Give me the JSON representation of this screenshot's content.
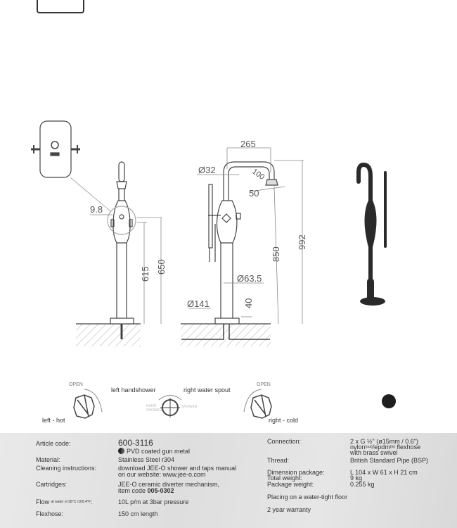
{
  "drawing": {
    "dimensions": {
      "d9_8": "9.8",
      "d615": "615",
      "d650": "650",
      "d265": "265",
      "d32": "Ø32",
      "d100": "100",
      "d50": "50",
      "d850": "850",
      "d992": "992",
      "d63_5": "Ø63.5",
      "d141": "Ø141",
      "d40": "40"
    }
  },
  "operation": {
    "open_left": "OPEN",
    "open_right": "OPEN",
    "left_hot": "left - hot",
    "right_cold": "right - cold",
    "left_handshower": "left handshower",
    "right_water_spout": "right water spout",
    "hand_shower": "HAND SHOWER",
    "shower": "SHOWER"
  },
  "colors": {
    "finish": "#1e1e1e",
    "panel": "#e4e4e4"
  },
  "specs": {
    "left": [
      {
        "key": "Article code:",
        "value": "600-3116"
      },
      {
        "key": "",
        "value": "PVD coated gun metal"
      },
      {
        "key": "Material:",
        "value": "Stainless Steel r304"
      },
      {
        "key": "Cleaning instructions:",
        "value": "download JEE-O shower and taps manual",
        "value2": "on our website: www.jee-o.com"
      },
      {
        "key": "Cartridges:",
        "value": "JEE-O ceramic diverter mechanism,",
        "value2": "item code ",
        "value2_bold": "005-0302"
      },
      {
        "key": "Flow",
        "key_sup": "at water of 38°C /100,4°F",
        "key_end": ":",
        "value": "10L p/m at 3bar pressure"
      },
      {
        "key": "Flexhose:",
        "value": "150 cm length"
      }
    ],
    "right": [
      {
        "key": "Connection:",
        "value": "2 x G ½\" (ø15mm / 0.6\")",
        "value2": "nylon",
        "value2_sup": "(out)",
        "value2_b": "/epdm",
        "value2_sup2": "(in)",
        "value2_end": " flexhose",
        "value3": "with brass swivel"
      },
      {
        "key": "Thread:",
        "value": "British Standard Pipe (BSP)"
      },
      {
        "key": "Dimension package:",
        "value": "L 104 x W 61 x H 21 cm"
      },
      {
        "key": "Total weight:",
        "value": "9 kg"
      },
      {
        "key": "Package weight:",
        "value": "0.255 kg"
      },
      {
        "key": "Placing on a water-tight floor"
      },
      {
        "key": "2 year warranty"
      }
    ]
  }
}
